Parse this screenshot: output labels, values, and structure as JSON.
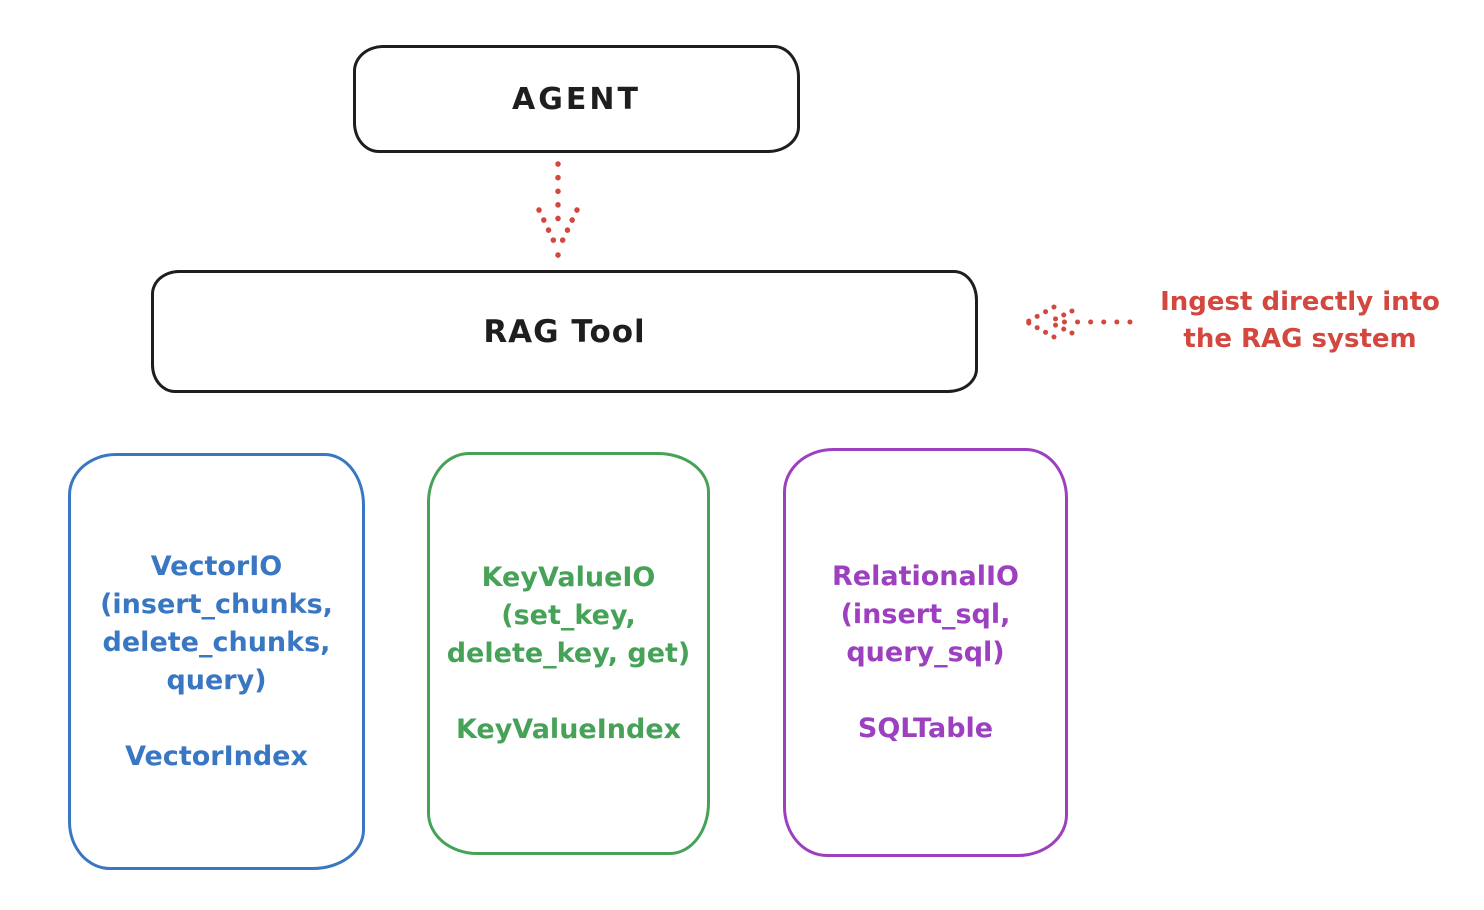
{
  "colors": {
    "background": "#ffffff",
    "ink": "#1e1e1e",
    "red": "#d4473f",
    "blue": "#3977c2",
    "green": "#45a257",
    "purple": "#9c40c0"
  },
  "nodes": {
    "agent": {
      "label": "AGENT"
    },
    "rag_tool": {
      "label": "RAG Tool"
    }
  },
  "annotation": {
    "text": "Ingest directly into\nthe RAG system"
  },
  "connectors": [
    {
      "name": "agent-to-rag-tool",
      "style": "dotted",
      "direction": "down",
      "color": "red"
    },
    {
      "name": "ingest-into-rag-tool",
      "style": "dotted",
      "direction": "left",
      "color": "red"
    }
  ],
  "cards": [
    {
      "id": "vector-io",
      "color": "blue",
      "io_text": "VectorIO\n(insert_chunks,\ndelete_chunks,\nquery)",
      "index_text": "VectorIndex"
    },
    {
      "id": "keyvalue-io",
      "color": "green",
      "io_text": "KeyValueIO\n(set_key,\ndelete_key, get)",
      "index_text": "KeyValueIndex"
    },
    {
      "id": "relational-io",
      "color": "purple",
      "io_text": "RelationalIO\n(insert_sql,\nquery_sql)",
      "index_text": "SQLTable"
    }
  ]
}
